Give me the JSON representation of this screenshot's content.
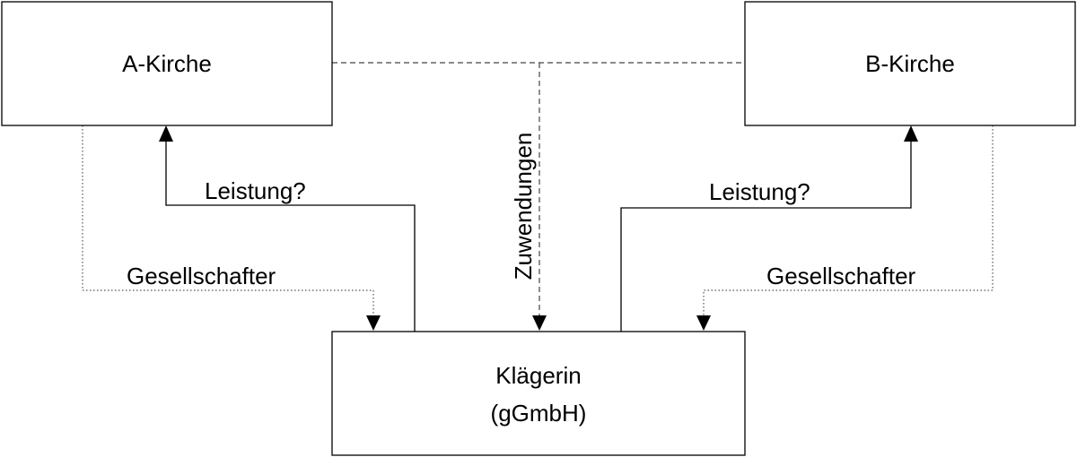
{
  "nodes": {
    "a_kirche": "A-Kirche",
    "b_kirche": "B-Kirche",
    "klaegerin_line1": "Klägerin",
    "klaegerin_line2": "(gGmbH)"
  },
  "edges": {
    "leistung_left": "Leistung?",
    "leistung_right": "Leistung?",
    "gesellschafter_left": "Gesellschafter",
    "gesellschafter_right": "Gesellschafter",
    "zuwendungen": "Zuwendungen"
  },
  "colors": {
    "box_stroke": "#000000",
    "background": "#ffffff",
    "text": "#000000"
  }
}
